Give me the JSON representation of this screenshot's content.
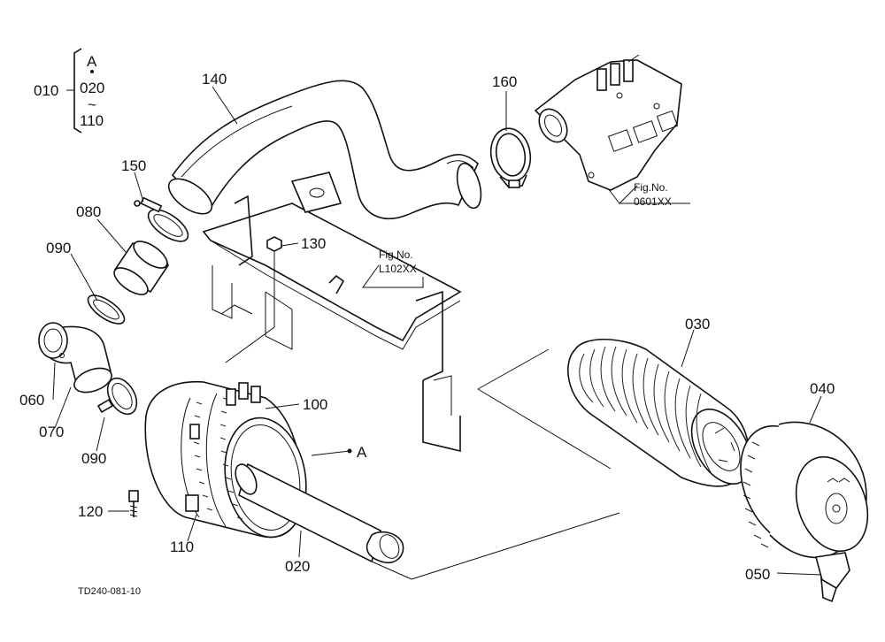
{
  "labels": {
    "p010": "010",
    "pA_top": "A",
    "p020_top": "020",
    "tilde": "~",
    "p110_top": "110",
    "p140": "140",
    "p160": "160",
    "p150": "150",
    "p080": "080",
    "p090_top": "090",
    "p130": "130",
    "p060": "060",
    "p070": "070",
    "p090_bottom": "090",
    "p100": "100",
    "pA_right": "A",
    "p030": "030",
    "p040": "040",
    "p120": "120",
    "p110": "110",
    "p020": "020",
    "p050": "050"
  },
  "fig_refs": {
    "engine": {
      "title": "Fig.No.",
      "number": "0601XX"
    },
    "frame": {
      "title": "Fig.No.",
      "number": "L102XX"
    }
  },
  "drawing_code": "TD240-081-10"
}
